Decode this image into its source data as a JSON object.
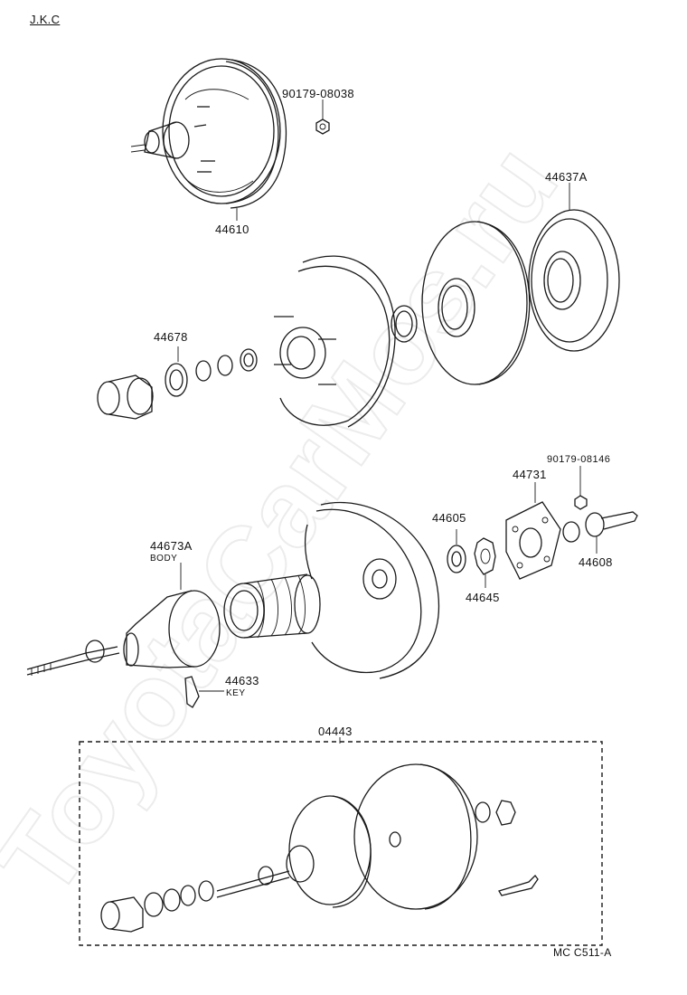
{
  "header": {
    "code": "J.K.C"
  },
  "watermark": "ToyotaCarMos.ru",
  "parts": [
    {
      "id": "p_90179_08038",
      "number": "90179-08038"
    },
    {
      "id": "p_44610",
      "number": "44610"
    },
    {
      "id": "p_44637A",
      "number": "44637A"
    },
    {
      "id": "p_44678",
      "number": "44678"
    },
    {
      "id": "p_90179_08146",
      "number": "90179-08146"
    },
    {
      "id": "p_44731",
      "number": "44731"
    },
    {
      "id": "p_44605",
      "number": "44605"
    },
    {
      "id": "p_44608",
      "number": "44608"
    },
    {
      "id": "p_44645",
      "number": "44645"
    },
    {
      "id": "p_44673A",
      "number": "44673A",
      "sub": "BODY"
    },
    {
      "id": "p_44633",
      "number": "44633",
      "sub": "KEY"
    },
    {
      "id": "p_04443",
      "number": "04443"
    }
  ],
  "footer": {
    "ref": "MC  C511-A"
  }
}
